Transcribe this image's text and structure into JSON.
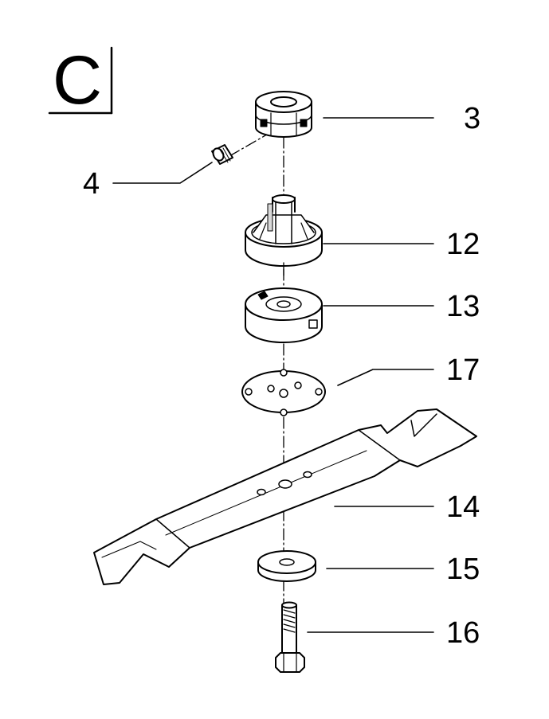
{
  "section_letter": "C",
  "callouts": [
    {
      "part": "hub-cap",
      "label": "3"
    },
    {
      "part": "set-screw",
      "label": "4"
    },
    {
      "part": "blade-adapter",
      "label": "12"
    },
    {
      "part": "drive-disc",
      "label": "13"
    },
    {
      "part": "stiffener-plate",
      "label": "17"
    },
    {
      "part": "blade",
      "label": "14"
    },
    {
      "part": "washer",
      "label": "15"
    },
    {
      "part": "blade-bolt",
      "label": "16"
    }
  ],
  "colors": {
    "ink": "#000000",
    "paper": "#ffffff",
    "shade": "#d9d9d9"
  }
}
